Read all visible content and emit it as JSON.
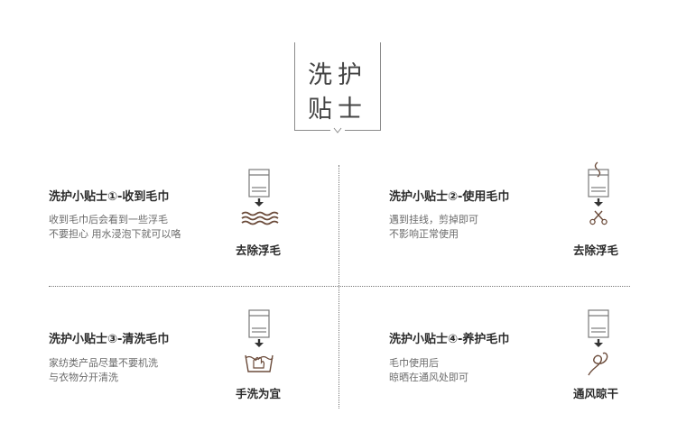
{
  "title": {
    "line1": "洗护",
    "line2": "贴士"
  },
  "tips": [
    {
      "title": "洗护小贴士①-收到毛巾",
      "desc": [
        "收到毛巾后会看到一些浮毛",
        "不要担心 用水浸泡下就可以咯"
      ],
      "caption": "去除浮毛",
      "icon": "towel-water-waves-icon"
    },
    {
      "title": "洗护小贴士②-使用毛巾",
      "desc": [
        "遇到挂线，剪掉即可",
        "不影响正常使用"
      ],
      "caption": "去除浮毛",
      "icon": "towel-scissors-icon"
    },
    {
      "title": "洗护小贴士③-清洗毛巾",
      "desc": [
        "家纺类产品尽量不要机洗",
        "与衣物分开清洗"
      ],
      "caption": "手洗为宜",
      "icon": "towel-hand-wash-icon"
    },
    {
      "title": "洗护小贴士④-养护毛巾",
      "desc": [
        "毛巾使用后",
        "晾晒在通风处即可"
      ],
      "caption": "通风晾干",
      "icon": "towel-air-dry-icon"
    }
  ],
  "colors": {
    "accent": "#6b4b3a",
    "icon_line": "#7a7a7a"
  }
}
